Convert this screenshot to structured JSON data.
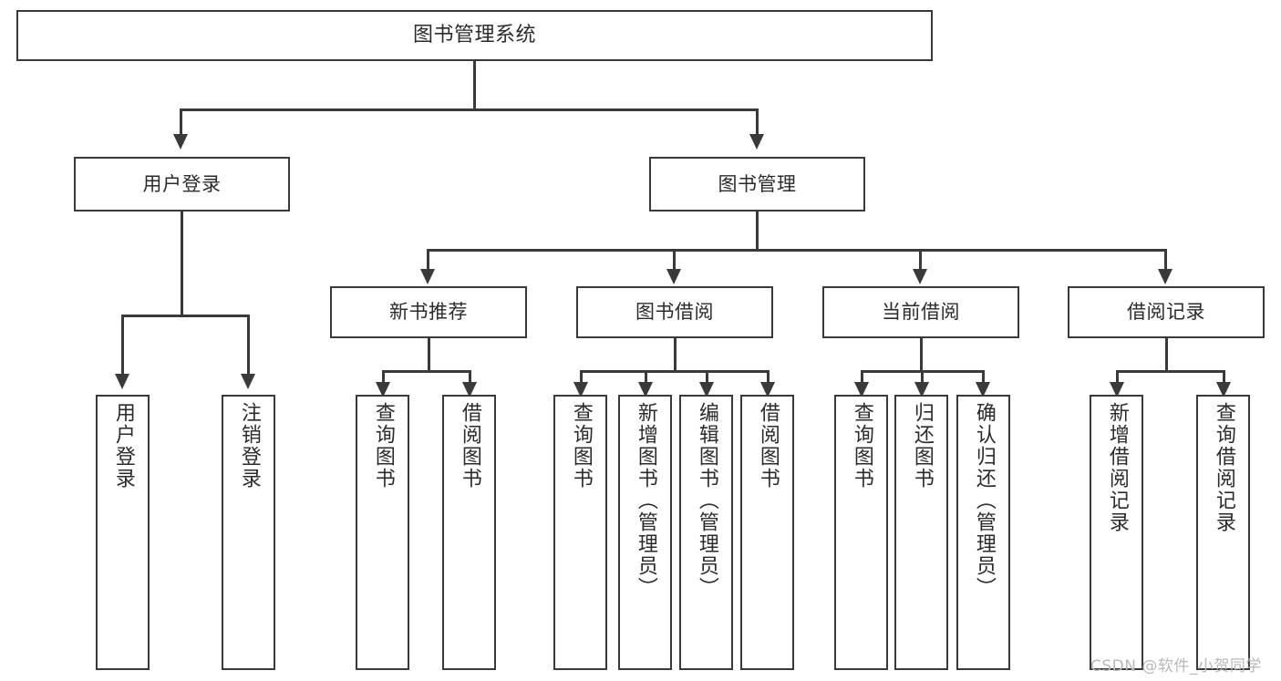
{
  "diagram": {
    "type": "tree-hierarchy",
    "title": "图书管理系统",
    "levels": 4,
    "orientation": "top-down",
    "colors": {
      "stroke": "#3a3a3a",
      "fill": "#ffffff",
      "text": "#2b2b2b",
      "watermark": "#b9b9b9",
      "background": "#ffffff"
    }
  },
  "root": {
    "label": "图书管理系统"
  },
  "level2": [
    {
      "id": "user-login",
      "label": "用户登录"
    },
    {
      "id": "book-manage",
      "label": "图书管理"
    }
  ],
  "level3": [
    {
      "id": "new-book-recommend",
      "label": "新书推荐",
      "parent": "book-manage"
    },
    {
      "id": "book-borrow",
      "label": "图书借阅",
      "parent": "book-manage"
    },
    {
      "id": "current-borrow",
      "label": "当前借阅",
      "parent": "book-manage"
    },
    {
      "id": "borrow-record",
      "label": "借阅记录",
      "parent": "book-manage"
    }
  ],
  "leaves": {
    "user_login": [
      {
        "id": "leaf-user-login",
        "label": "用户登录"
      },
      {
        "id": "leaf-logout-login",
        "label": "注销登录"
      }
    ],
    "new_book_recommend": [
      {
        "id": "leaf-query-book-1",
        "label": "查询图书"
      },
      {
        "id": "leaf-borrow-book-1",
        "label": "借阅图书"
      }
    ],
    "book_borrow": [
      {
        "id": "leaf-query-book-2",
        "label": "查询图书"
      },
      {
        "id": "leaf-add-book",
        "label": "新增图书（管理员）"
      },
      {
        "id": "leaf-edit-book",
        "label": "编辑图书（管理员）"
      },
      {
        "id": "leaf-borrow-book-2",
        "label": "借阅图书"
      }
    ],
    "current_borrow": [
      {
        "id": "leaf-query-book-3",
        "label": "查询图书"
      },
      {
        "id": "leaf-return-book",
        "label": "归还图书"
      },
      {
        "id": "leaf-confirm-return",
        "label": "确认归还（管理员）"
      }
    ],
    "borrow_record": [
      {
        "id": "leaf-add-record",
        "label": "新增借阅记录"
      },
      {
        "id": "leaf-query-record",
        "label": "查询借阅记录"
      }
    ]
  },
  "watermark": {
    "text": "CSDN @软件_小贺同学"
  }
}
